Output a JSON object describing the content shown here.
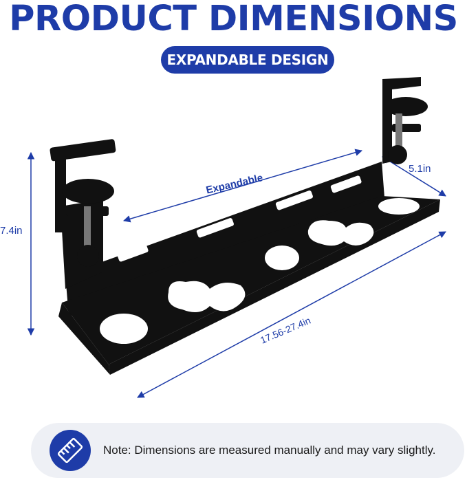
{
  "header": {
    "title": "PRODUCT DIMENSIONS",
    "subtitle": "EXPANDABLE DESIGN"
  },
  "dimensions": {
    "height": "7.4in",
    "depth": "5.1in",
    "width": "17.56-27.4in",
    "expandable": "Expandable"
  },
  "note": {
    "icon": "ruler-icon",
    "text": "Note: Dimensions are measured manually and may vary slightly."
  },
  "colors": {
    "brand_blue": "#1e3ca8",
    "product_black": "#111111",
    "note_background": "#eef0f5"
  }
}
